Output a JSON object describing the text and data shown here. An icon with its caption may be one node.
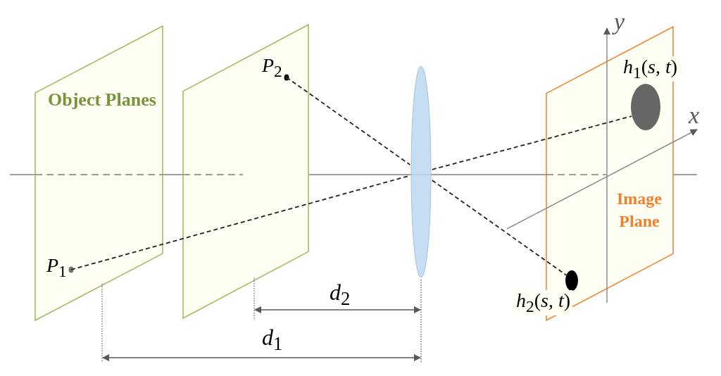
{
  "diagram": {
    "nodes": [
      {
        "text": [],
        "shape": "parallelogram"
      },
      {
        "text": [],
        "shape": "parallelogram"
      },
      {
        "text": [
          "*P*$_{1}$"
        ],
        "in": 0
      },
      {
        "text": [
          "*P*$_{2}$"
        ],
        "in": 1
      },
      {
        "text": [],
        "shape": "ellipse"
      },
      {
        "text": [
          "Image Plane"
        ]
      },
      {
        "text": [],
        "shape": "ellipse",
        "in": 5,
        "beside": [
          "*h*$_{1}$(*s*, *t*)"
        ]
      },
      {
        "text": [],
        "shape": "ellipse",
        "in": 5,
        "beside": [
          "*h*$_{2}$(*s*, *t*)"
        ]
      }
    ],
    "edges": [
      {
        "from": 2,
        "to": 4,
        "arrow": "none",
        "style": "dashed"
      },
      {
        "from": 4,
        "to": 6,
        "arrow": "none",
        "style": "dashed"
      },
      {
        "from": 3,
        "to": 4,
        "arrow": "none",
        "style": "dashed"
      },
      {
        "from": 4,
        "to": 7,
        "arrow": "none",
        "style": "dashed"
      }
    ],
    "labels": [
      "Object Planes",
      "*y*",
      "*x*",
      "*d*$_{2}$",
      "*d*$_{1}$"
    ]
  }
}
